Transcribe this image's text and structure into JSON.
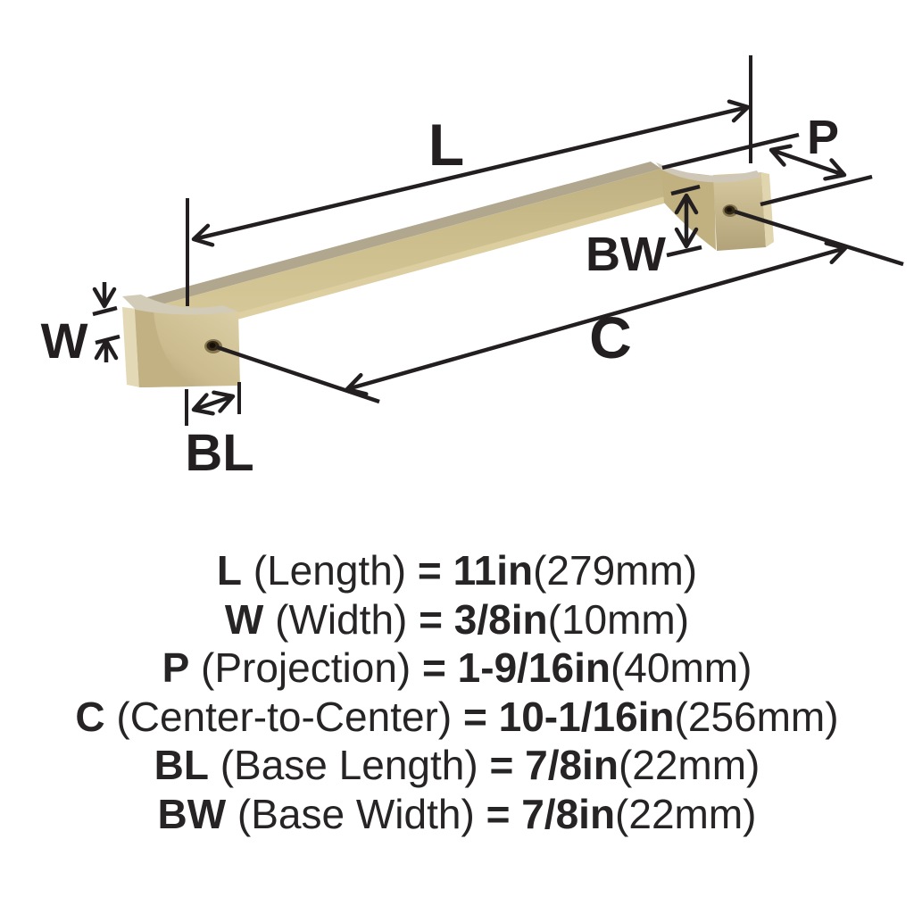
{
  "diagram": {
    "labels": {
      "L": "L",
      "P": "P",
      "BW": "BW",
      "C": "C",
      "W": "W",
      "BL": "BL"
    }
  },
  "specs": [
    {
      "abbr": "L",
      "name": "(Length)",
      "equals": "=",
      "value": "11in",
      "metric": "(279mm)"
    },
    {
      "abbr": "W",
      "name": "(Width)",
      "equals": "=",
      "value": "3/8in",
      "metric": "(10mm)"
    },
    {
      "abbr": "P",
      "name": "(Projection)",
      "equals": "=",
      "value": "1-9/16in",
      "metric": "(40mm)"
    },
    {
      "abbr": "C",
      "name": "(Center-to-Center)",
      "equals": "=",
      "value": "10-1/16in",
      "metric": "(256mm)"
    },
    {
      "abbr": "BL",
      "name": "(Base Length)",
      "equals": "=",
      "value": "7/8in",
      "metric": "(22mm)"
    },
    {
      "abbr": "BW",
      "name": "(Base Width)",
      "equals": "=",
      "value": "7/8in",
      "metric": "(22mm)"
    }
  ],
  "colors": {
    "ink": "#231f20",
    "gold_light": "#e0d5ae",
    "gold_main": "#cfc094",
    "gold_mid": "#c2b183",
    "gold_dark": "#ac9c74",
    "bar_top_face": "#b0a78e",
    "foot_top_face": "#d2cbb8",
    "hole_ring": "#86764f",
    "hole_dark": "#332917",
    "background": "#ffffff"
  }
}
